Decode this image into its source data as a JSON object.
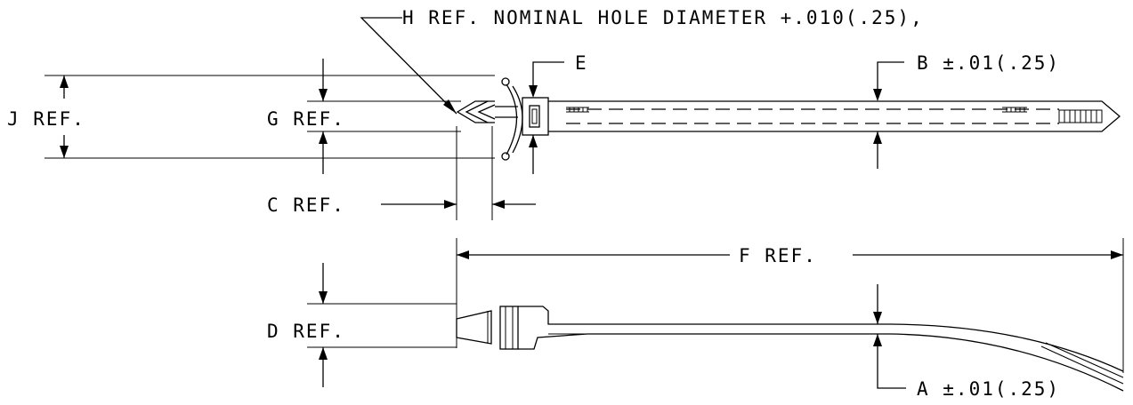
{
  "labels": {
    "h_ref": "H REF. NOMINAL HOLE DIAMETER +.010(.25),",
    "e": "E",
    "b": "B ±.01(.25)",
    "j_ref": "J REF.",
    "g_ref": "G REF.",
    "c_ref": "C REF.",
    "f_ref": "F REF.",
    "d_ref": "D REF.",
    "a": "A ±.01(.25)"
  }
}
